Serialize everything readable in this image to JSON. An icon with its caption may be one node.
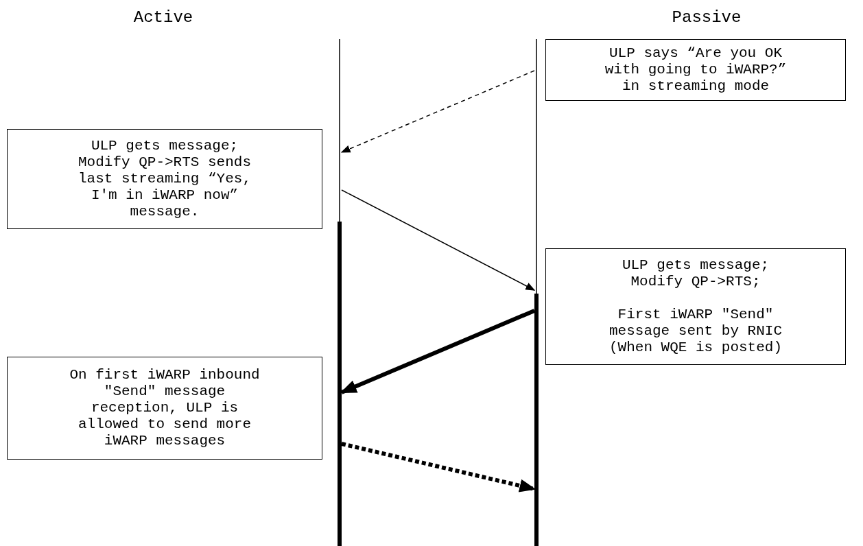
{
  "diagram": {
    "nodes": [
      {
        "text": [
          "Active"
        ]
      },
      {
        "text": [
          "Passive"
        ]
      },
      {
        "text": [],
        "shape": "bar"
      },
      {
        "text": [],
        "shape": "bar"
      },
      {
        "text": [
          "ULP says “Are you OK with going to iWARP?” in streaming mode"
        ]
      },
      {
        "text": [
          "ULP gets message; Modify QP->RTS sends last streaming “Yes, I'm in iWARP now” message."
        ]
      },
      {
        "text": [
          "ULP gets message; Modify QP->RTS;",
          "First iWARP \"Send\" message sent by RNIC (When WQE is posted)"
        ]
      },
      {
        "text": [
          "On first iWARP inbound \"Send\" message reception, ULP is allowed to send more iWARP messages"
        ]
      }
    ],
    "edges": [
      {
        "from": 3,
        "to": 2,
        "arrow": "to",
        "style": "dashed"
      },
      {
        "from": 2,
        "to": 3,
        "arrow": "to"
      },
      {
        "from": 3,
        "to": 2,
        "arrow": "to",
        "style": "thick"
      },
      {
        "from": 2,
        "to": 3,
        "arrow": "to",
        "style": "dashed"
      }
    ]
  }
}
